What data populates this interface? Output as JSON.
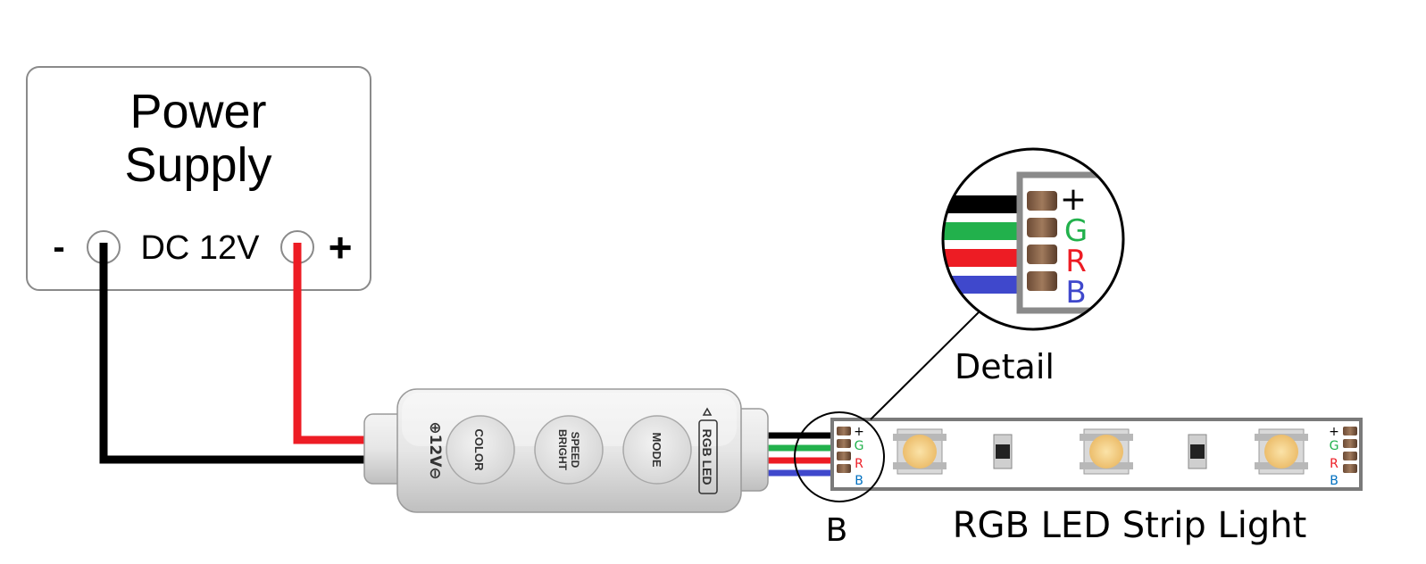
{
  "power_supply": {
    "title_line1": "Power",
    "title_line2": "Supply",
    "voltage_label": "DC 12V",
    "negative_symbol": "-",
    "positive_symbol": "+"
  },
  "controller": {
    "power_label": "⊕12V⊖",
    "product_label": "RGB LED",
    "buttons": [
      {
        "label": "COLOR"
      },
      {
        "label_line1": "SPEED",
        "label_line2": "BRIGHT"
      },
      {
        "label": "MODE"
      }
    ]
  },
  "detail": {
    "caption": "Detail",
    "pins": [
      "+",
      "G",
      "R",
      "B"
    ]
  },
  "connection_point_label": "B",
  "strip": {
    "caption": "RGB LED Strip Light",
    "left_pins": [
      "+",
      "G",
      "R",
      "B"
    ],
    "right_pins": [
      "+",
      "G",
      "R",
      "B"
    ]
  },
  "colors": {
    "wire_black": "#000000",
    "wire_red": "#ed1c24",
    "wire_green": "#22b14c",
    "wire_blue": "#3f48cc",
    "pin_green": "#22b14c",
    "pin_red": "#ed1c24",
    "pin_blue": "#0070c0",
    "box_border": "#8a8a8a",
    "controller_body": "#e8e8e8",
    "led_yellow": "#f4c97a"
  }
}
